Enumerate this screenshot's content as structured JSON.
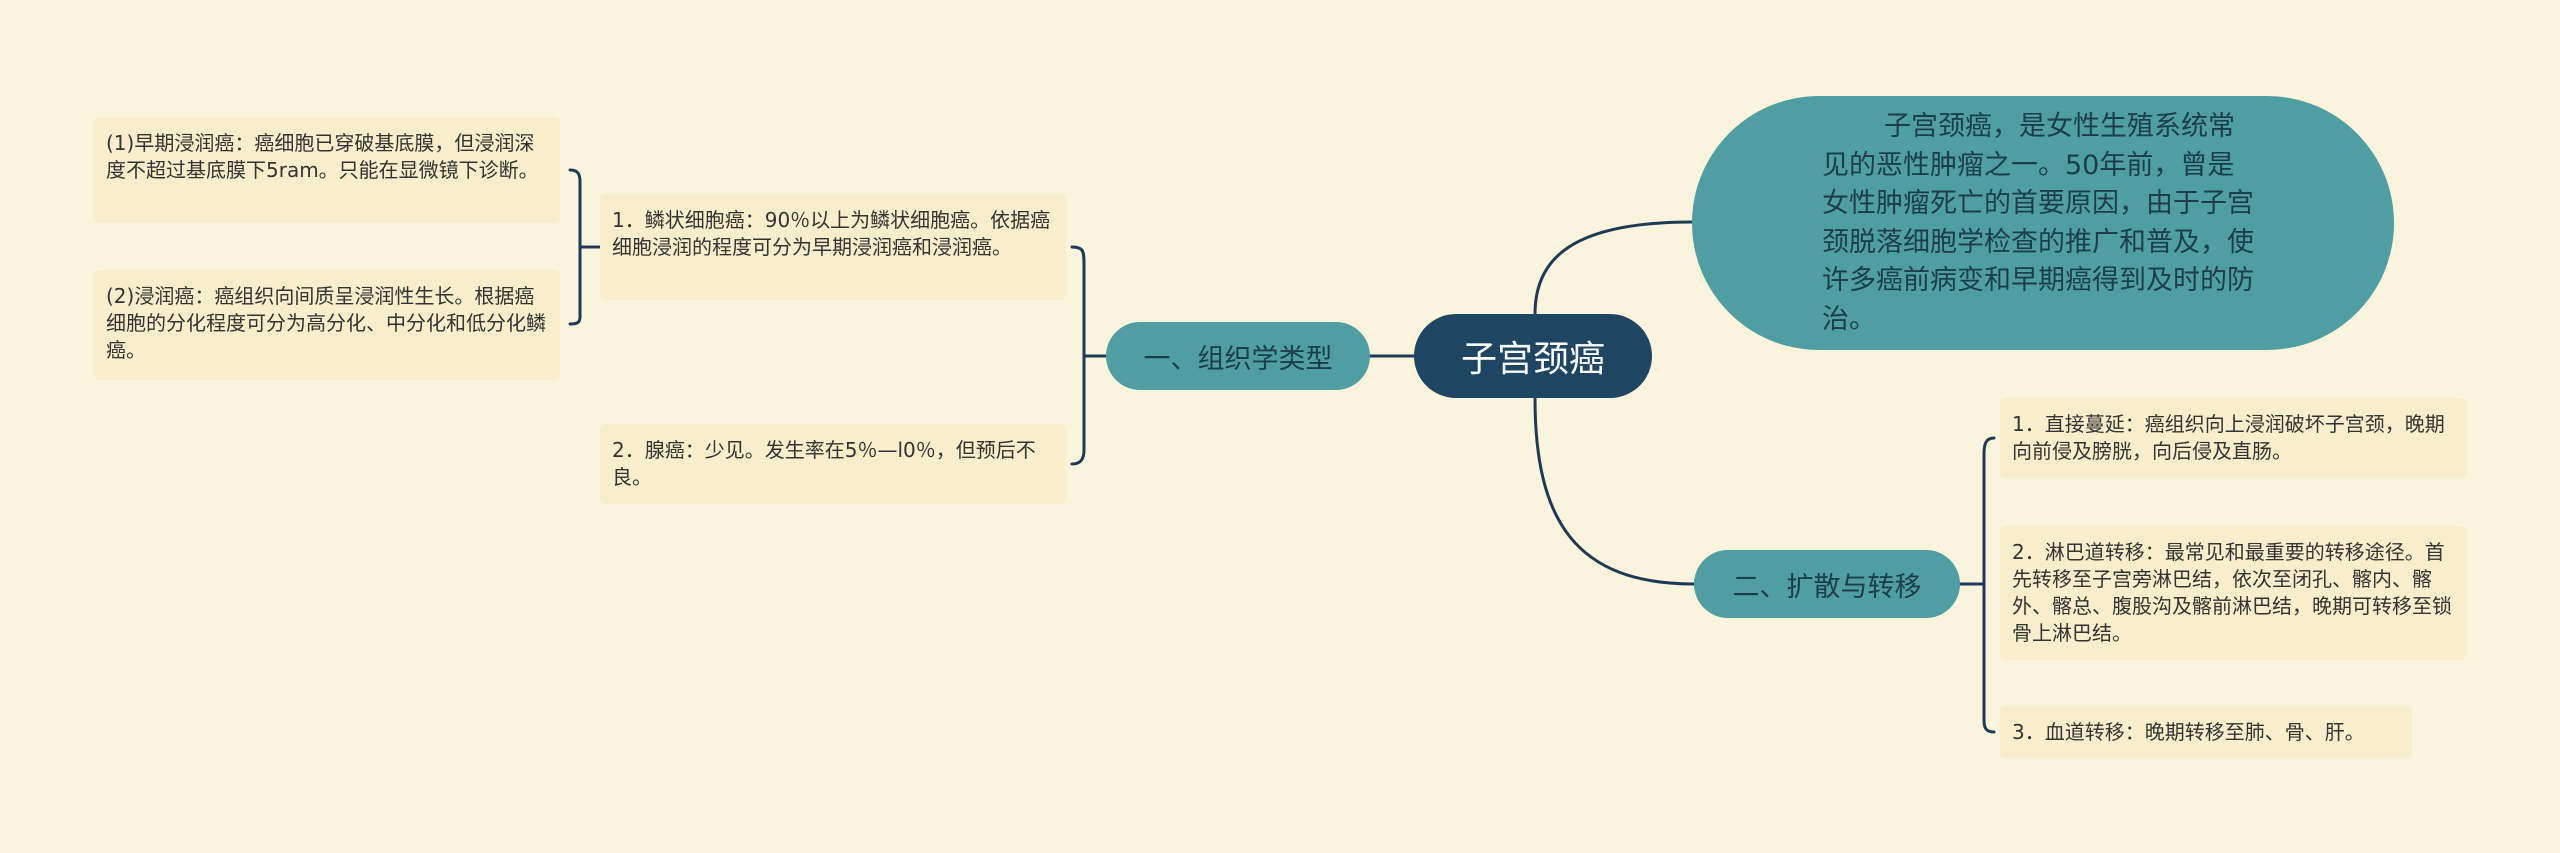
{
  "root": {
    "label": "子宫颈癌"
  },
  "intro": {
    "text": "子宫颈癌，是女性生殖系统常见的恶性肿瘤之一。50年前，曾是女性肿瘤死亡的首要原因，由于子宫颈脱落细胞学检查的推广和普及，使许多癌前病变和早期癌得到及时的防治。"
  },
  "branch1": {
    "label": "一、组织学类型",
    "children": [
      {
        "text": "1．鳞状细胞癌：90％以上为鳞状细胞癌。依据癌细胞浸润的程度可分为早期浸润癌和浸润癌。",
        "children": [
          {
            "text": "(1)早期浸润癌：癌细胞已穿破基底膜，但浸润深度不超过基底膜下5ram。只能在显微镜下诊断。"
          },
          {
            "text": "(2)浸润癌：癌组织向间质呈浸润性生长。根据癌细胞的分化程度可分为高分化、中分化和低分化鳞癌。"
          }
        ]
      },
      {
        "text": "2．腺癌：少见。发生率在5％—l0％，但预后不良。"
      }
    ]
  },
  "branch2": {
    "label": "二、扩散与转移",
    "children": [
      {
        "text": "1．直接蔓延：癌组织向上浸润破坏子宫颈，晚期向前侵及膀胱，向后侵及直肠。"
      },
      {
        "text": "2．淋巴道转移：最常见和最重要的转移途径。首先转移至子宫旁淋巴结，依次至闭孔、髂内、髂外、髂总、腹股沟及髂前淋巴结，晚期可转移至锁骨上淋巴结。"
      },
      {
        "text": "3．血道转移：晚期转移至肺、骨、肝。"
      }
    ]
  },
  "colors": {
    "background": "#faf4dc",
    "root_fill": "#1e4662",
    "branch_fill": "#4f9ea1",
    "leaf_fill": "#f8eecc",
    "connector": "#1e3a56"
  }
}
